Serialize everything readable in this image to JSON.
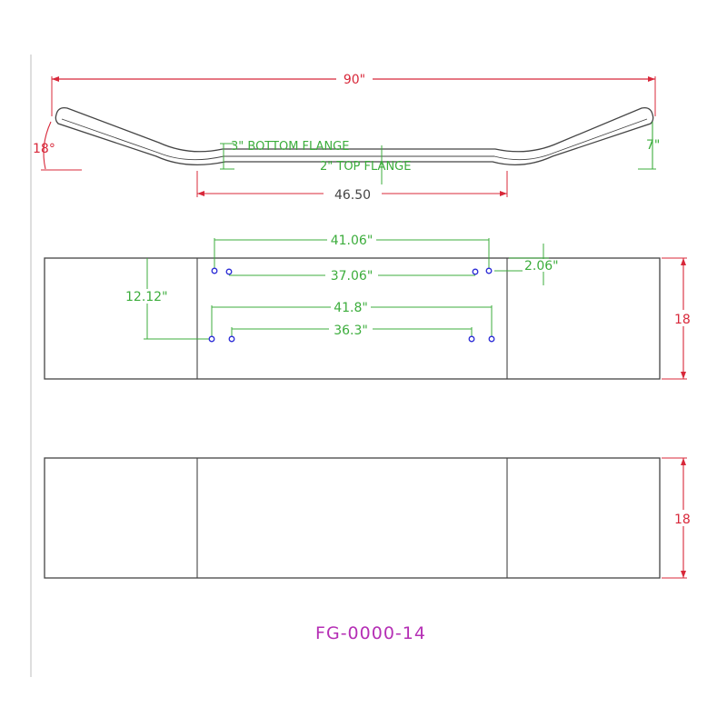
{
  "colors": {
    "outline": "#444444",
    "dimension_red": "#d8283a",
    "dimension_green": "#3cad3c",
    "hole_blue": "#2a2ad6",
    "part_number": "#b52fb5",
    "page_background": "#ffffff"
  },
  "side_view": {
    "overall_width": "90\"",
    "end_angle": "18°",
    "end_height": "7\"",
    "bottom_flange": "3\" BOTTOM FLANGE",
    "top_flange": "2\" TOP FLANGE",
    "center_width": "46.50"
  },
  "top_view": {
    "outer_hole_span_top": "41.06\"",
    "inner_hole_span_top": "37.06\"",
    "edge_offset": "2.06\"",
    "hole_row_spacing": "12.12\"",
    "outer_hole_span_bottom": "41.8\"",
    "inner_hole_span_bottom": "36.3\"",
    "height": "18"
  },
  "bottom_view": {
    "height": "18"
  },
  "part_number": "FG-0000-14"
}
